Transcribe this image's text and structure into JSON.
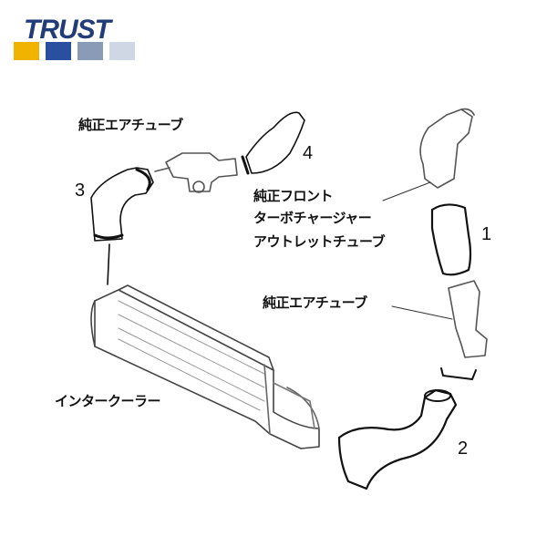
{
  "logo": {
    "text": "TRUST",
    "primary_color": "#223c7a",
    "accent_colors": [
      "#f0b400",
      "#2a4fa0",
      "#8a9bb8"
    ]
  },
  "labels": {
    "genuine_air_tube_top": "純正エアチューブ",
    "turbo_outlet_line1": "純正フロント",
    "turbo_outlet_line2": "ターボチャージャー",
    "turbo_outlet_line3": "アウトレットチューブ",
    "genuine_air_tube_mid": "純正エアチューブ",
    "intercooler": "インタークーラー"
  },
  "part_numbers": {
    "p1": "1",
    "p2": "2",
    "p3": "3",
    "p4": "4"
  },
  "colors": {
    "line": "#111111",
    "hose_fill": "#ffffff",
    "shade": "#bbbbbb"
  }
}
